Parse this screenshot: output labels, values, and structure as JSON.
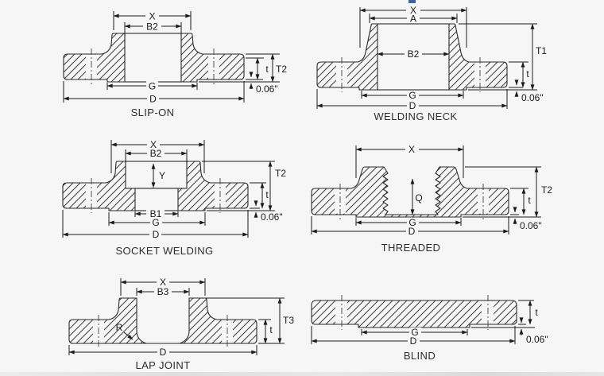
{
  "page": {
    "background": "#f6f6f6",
    "line_color": "#2b2b2b",
    "hatch_color": "#454545",
    "accent_mark_color": "#3a66a8"
  },
  "diagrams": {
    "slip_on": {
      "title": "SLIP-ON",
      "labels": {
        "x": "X",
        "b2": "B2",
        "g": "G",
        "d": "D",
        "t": "t",
        "t2": "T2",
        "raised_face": "0.06\""
      }
    },
    "welding_neck": {
      "title": "WELDING NECK",
      "labels": {
        "x": "X",
        "a": "A",
        "b2": "B2",
        "g": "G",
        "d": "D",
        "t": "t",
        "t1": "T1",
        "raised_face": "0.06\""
      }
    },
    "socket_welding": {
      "title": "SOCKET WELDING",
      "labels": {
        "x": "X",
        "b2": "B2",
        "y": "Y",
        "b1": "B1",
        "g": "G",
        "d": "D",
        "t": "t",
        "t2": "T2",
        "raised_face": "0.06\""
      }
    },
    "threaded": {
      "title": "THREADED",
      "labels": {
        "x": "X",
        "q": "Q",
        "g": "G",
        "d": "D",
        "t": "t",
        "t2": "T2",
        "raised_face": "0.06\""
      }
    },
    "lap_joint": {
      "title": "LAP JOINT",
      "labels": {
        "x": "X",
        "b3": "B3",
        "r": "R",
        "d": "D",
        "t": "t",
        "t3": "T3"
      }
    },
    "blind": {
      "title": "BLIND",
      "labels": {
        "g": "G",
        "d": "D",
        "t": "t",
        "raised_face": "0.06\""
      }
    }
  }
}
